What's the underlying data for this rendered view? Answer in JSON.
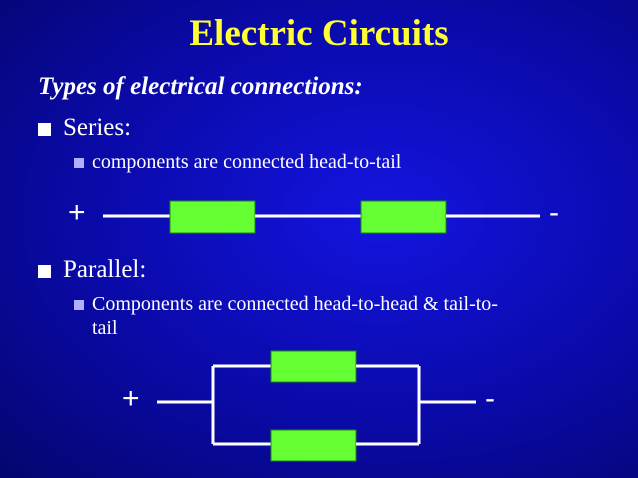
{
  "slide": {
    "title": "Electric Circuits",
    "subtitle": "Types of electrical connections:"
  },
  "series": {
    "label": "Series:",
    "description": "components are connected head-to-tail",
    "plus": "+",
    "minus": "-"
  },
  "parallel": {
    "label": "Parallel:",
    "description_line1": "Components are connected head-to-head & tail-to-",
    "description_line2": "tail",
    "plus": "+",
    "minus": "-"
  },
  "colors": {
    "title": "#ffff33",
    "background": "#0a0aa8",
    "component_fill": "#66ff33",
    "wire": "#ffffff"
  }
}
